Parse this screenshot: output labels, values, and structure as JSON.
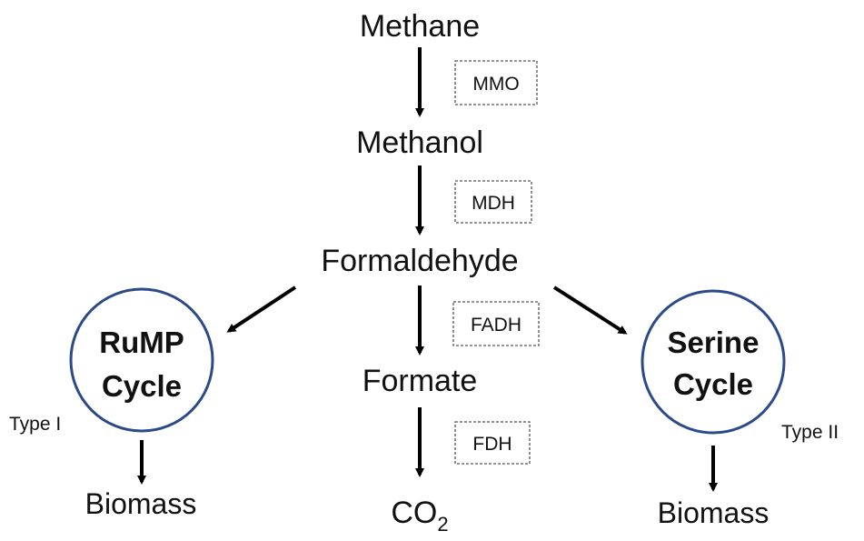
{
  "metabolites": {
    "methane": "Methane",
    "methanol": "Methanol",
    "formaldehyde": "Formaldehyde",
    "formate": "Formate",
    "co2": {
      "base": "CO",
      "subscript": "2"
    },
    "biomass_left": "Biomass",
    "biomass_right": "Biomass"
  },
  "enzymes": {
    "mmo": "MMO",
    "mdh": "MDH",
    "fadh": "FADH",
    "fdh": "FDH"
  },
  "cycles": {
    "rump": {
      "line1": "RuMP",
      "line2": "Cycle",
      "type_label": "Type I"
    },
    "serine": {
      "line1": "Serine",
      "line2": "Cycle",
      "type_label": "Type II"
    }
  },
  "colors": {
    "cycle_circle": "#2b4a8a",
    "arrow": "#000000",
    "enzyme_box_border": "#555555",
    "text": "#111111"
  }
}
